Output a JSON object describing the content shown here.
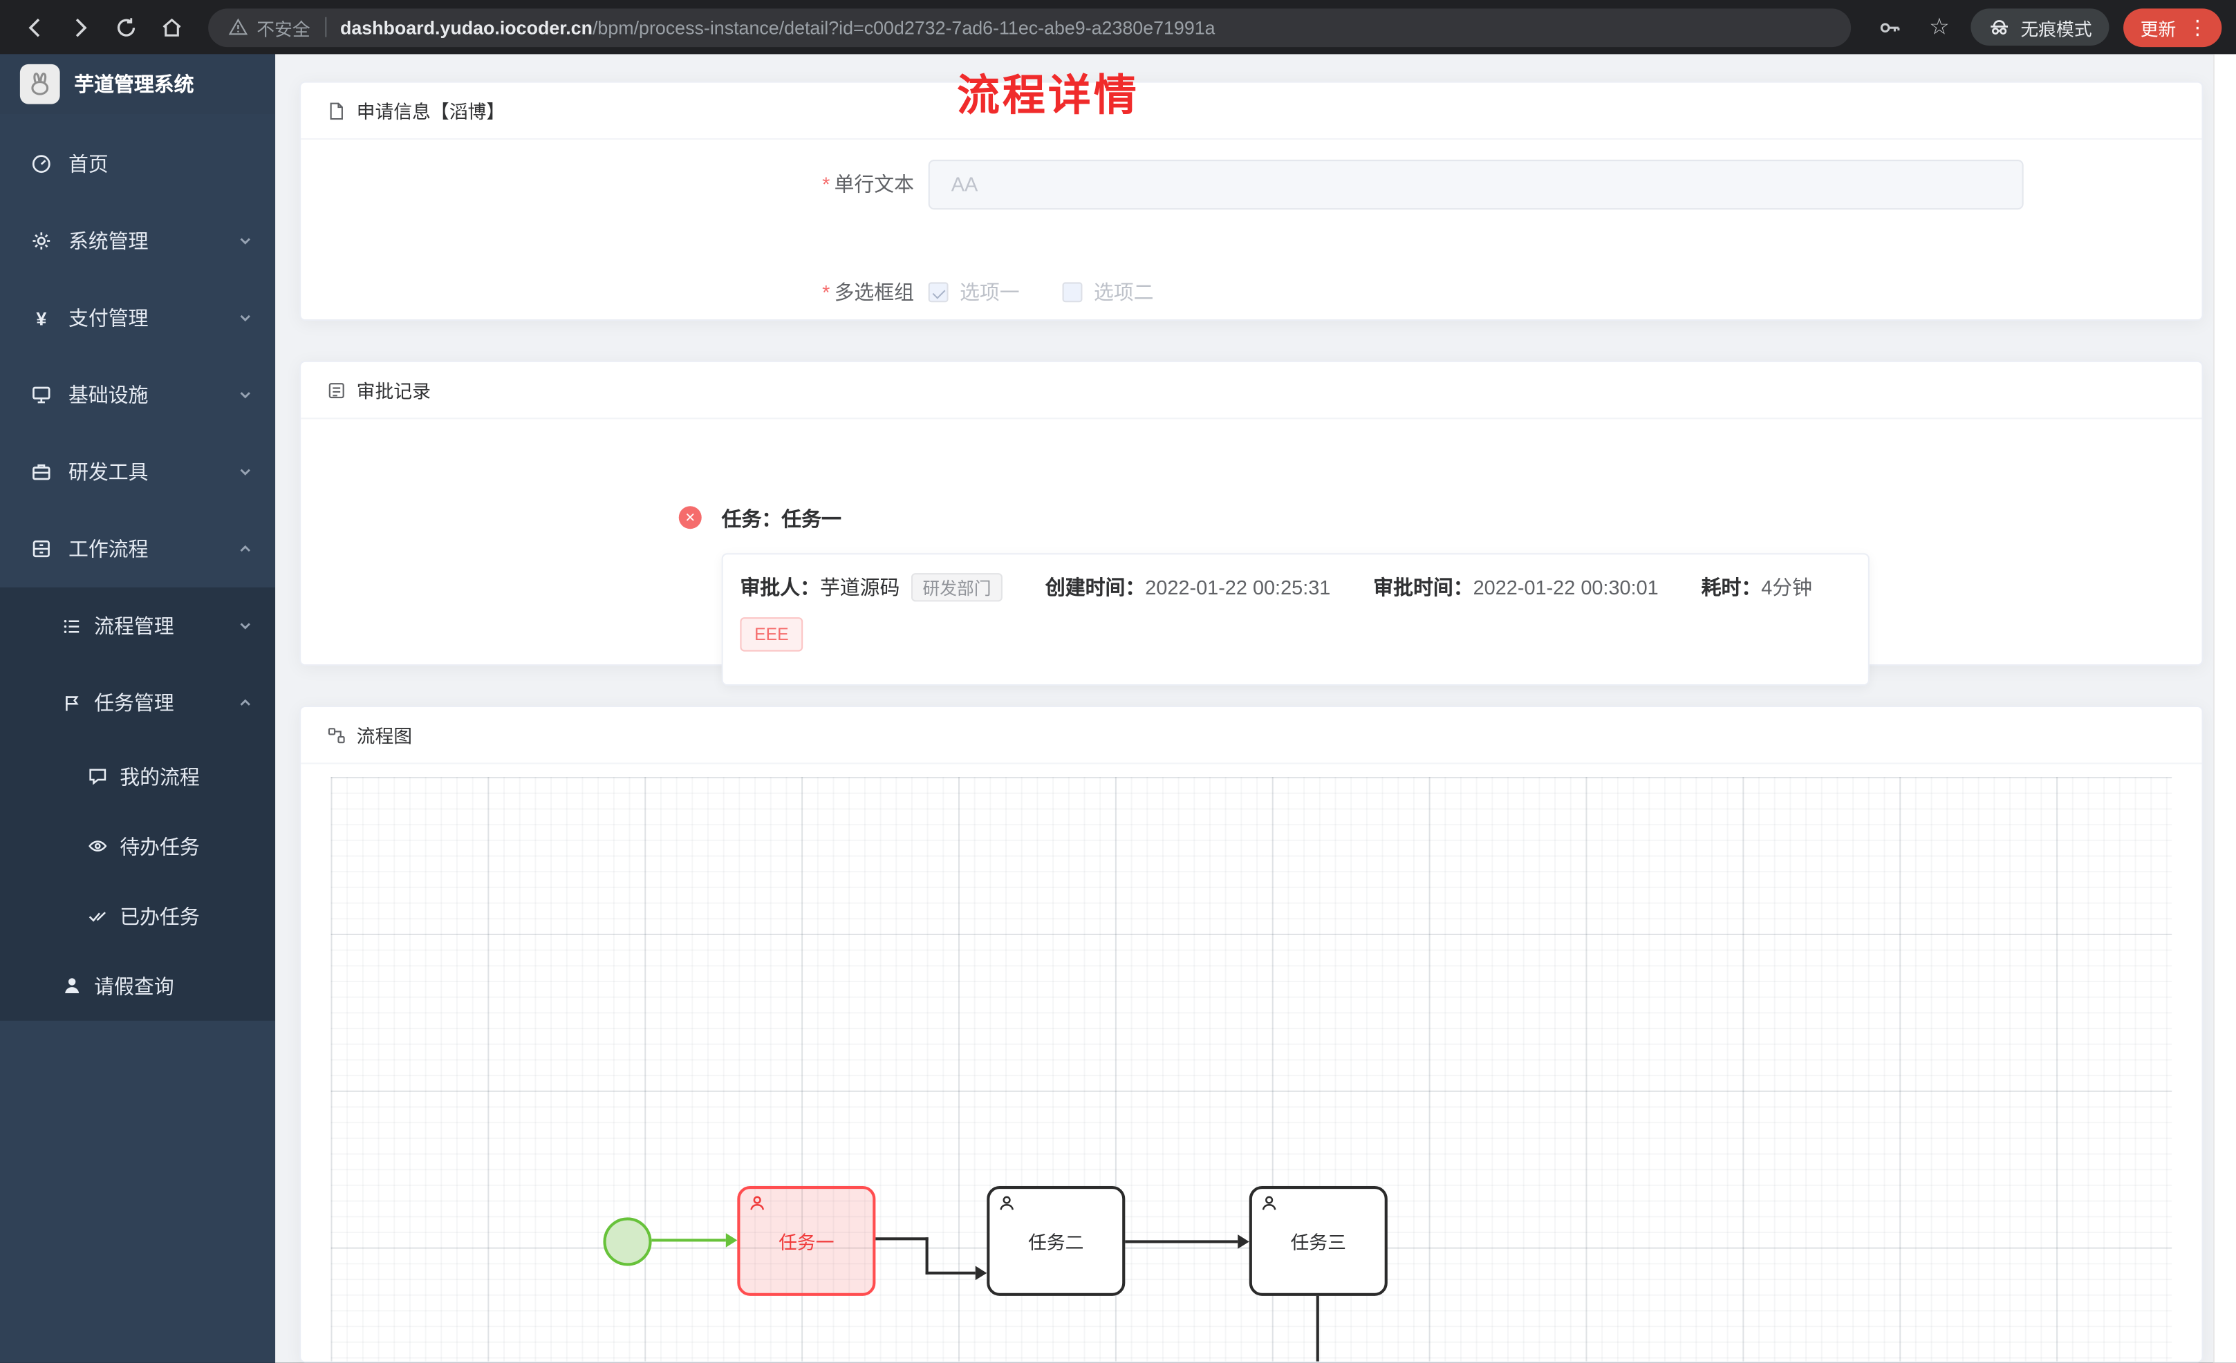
{
  "browser": {
    "security_text": "不安全",
    "url_domain": "dashboard.yudao.iocoder.cn",
    "url_path": "/bpm/process-instance/detail?id=c00d2732-7ad6-11ec-abe9-a2380e71991a",
    "incognito_label": "无痕模式",
    "update_label": "更新",
    "kebab": "⋮",
    "star": "☆"
  },
  "sidebar": {
    "logo_title": "芋道管理系统",
    "items": [
      {
        "label": "首页"
      },
      {
        "label": "系统管理"
      },
      {
        "label": "支付管理"
      },
      {
        "label": "基础设施"
      },
      {
        "label": "研发工具"
      },
      {
        "label": "工作流程"
      },
      {
        "label": "流程管理"
      },
      {
        "label": "任务管理"
      },
      {
        "label": "我的流程"
      },
      {
        "label": "待办任务"
      },
      {
        "label": "已办任务"
      },
      {
        "label": "请假查询"
      }
    ]
  },
  "page": {
    "title": "流程详情",
    "apply_card": {
      "header": "申请信息【滔博】",
      "field1_label": "单行文本",
      "field1_value": "AA",
      "field2_label": "多选框组",
      "option1": {
        "label": "选项一",
        "checked": true
      },
      "option2": {
        "label": "选项二",
        "checked": false
      }
    },
    "approval_card": {
      "header": "审批记录",
      "task_title": "任务：任务一",
      "close_glyph": "✕",
      "approver_label": "审批人：",
      "approver": "芋道源码",
      "dept_tag": "研发部门",
      "create_label": "创建时间：",
      "create_time": "2022-01-22 00:25:31",
      "approve_label": "审批时间：",
      "approve_time": "2022-01-22 00:30:01",
      "duration_label": "耗时：",
      "duration": "4分钟",
      "reason_tag": "EEE"
    },
    "diagram_card": {
      "header": "流程图",
      "nodes": [
        "任务一",
        "任务二",
        "任务三"
      ]
    },
    "colors": {
      "highlight_red": "#ff4d4f",
      "highlight_green": "#67c23a",
      "title_red": "#f02b2b"
    }
  }
}
